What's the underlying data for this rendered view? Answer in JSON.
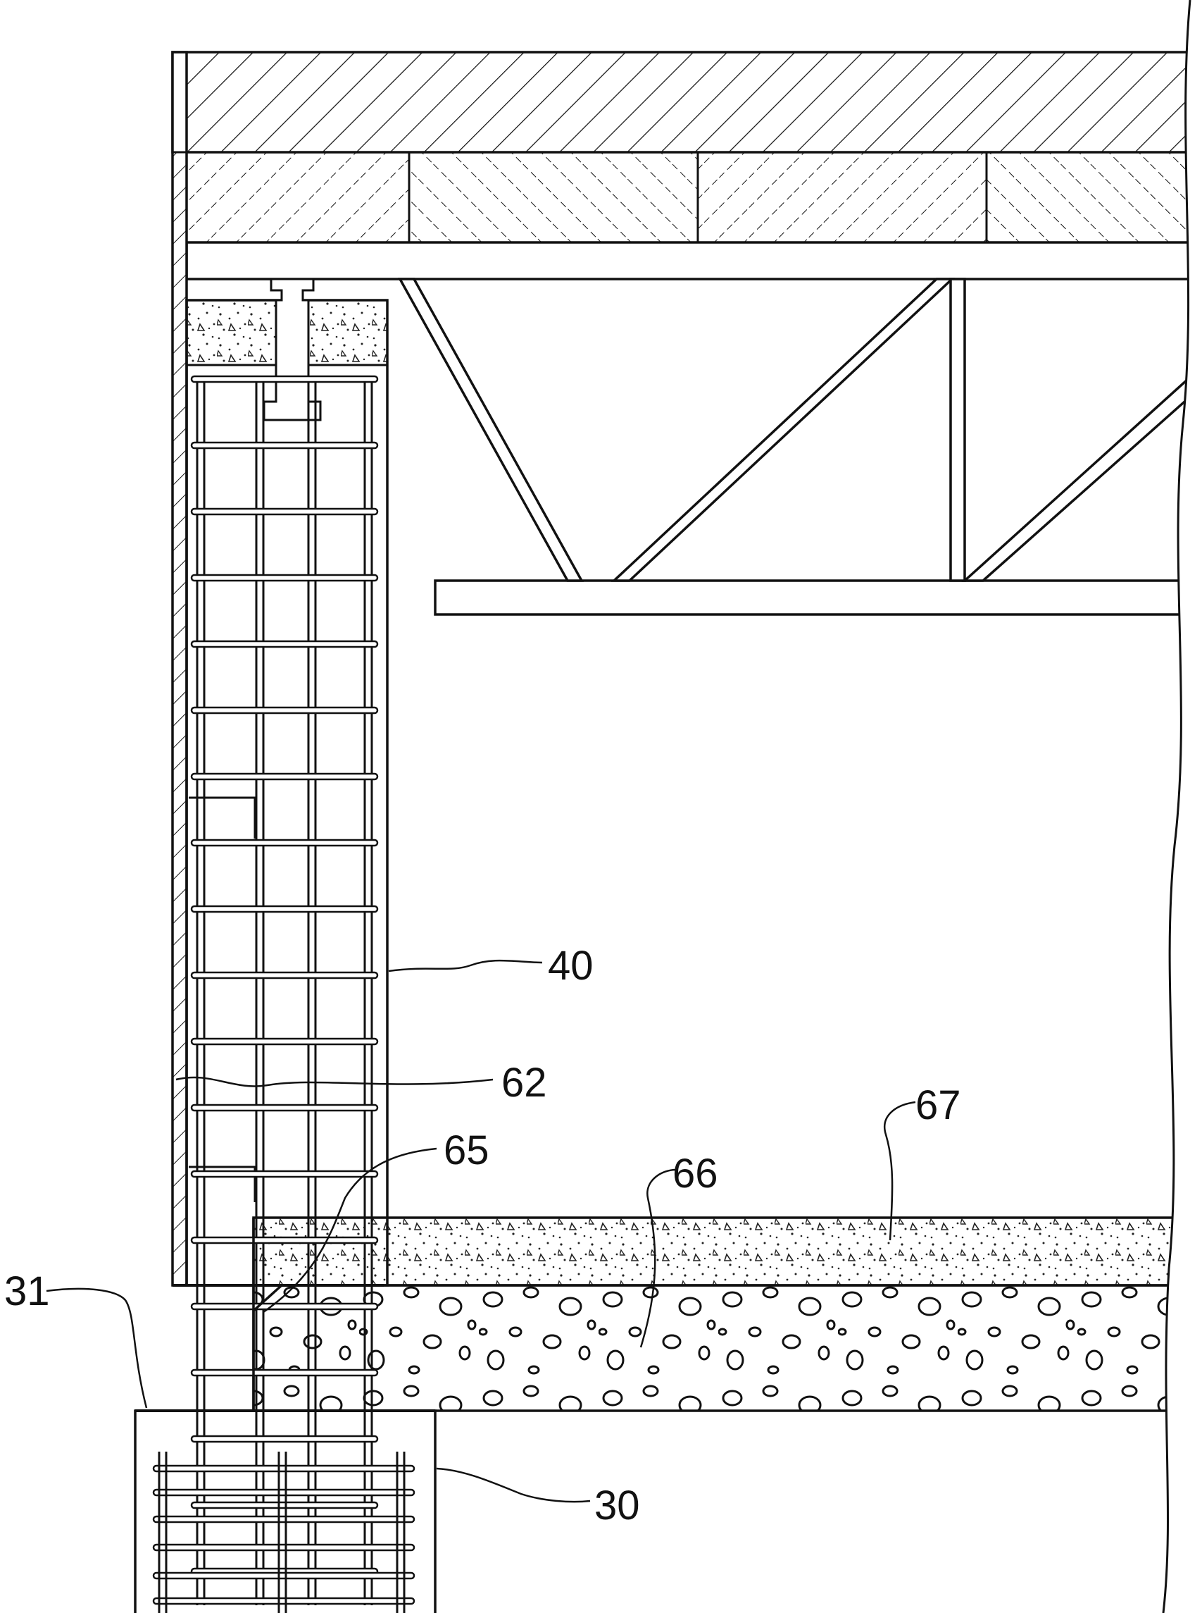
{
  "figure": {
    "labels": {
      "footing": "30",
      "footing_top": "31",
      "wall_form": "40",
      "insulation": "62",
      "corner_seal": "65",
      "gravel_fill": "66",
      "floor_slab": "67"
    },
    "colors": {
      "line": "#111111",
      "background": "#ffffff"
    }
  }
}
